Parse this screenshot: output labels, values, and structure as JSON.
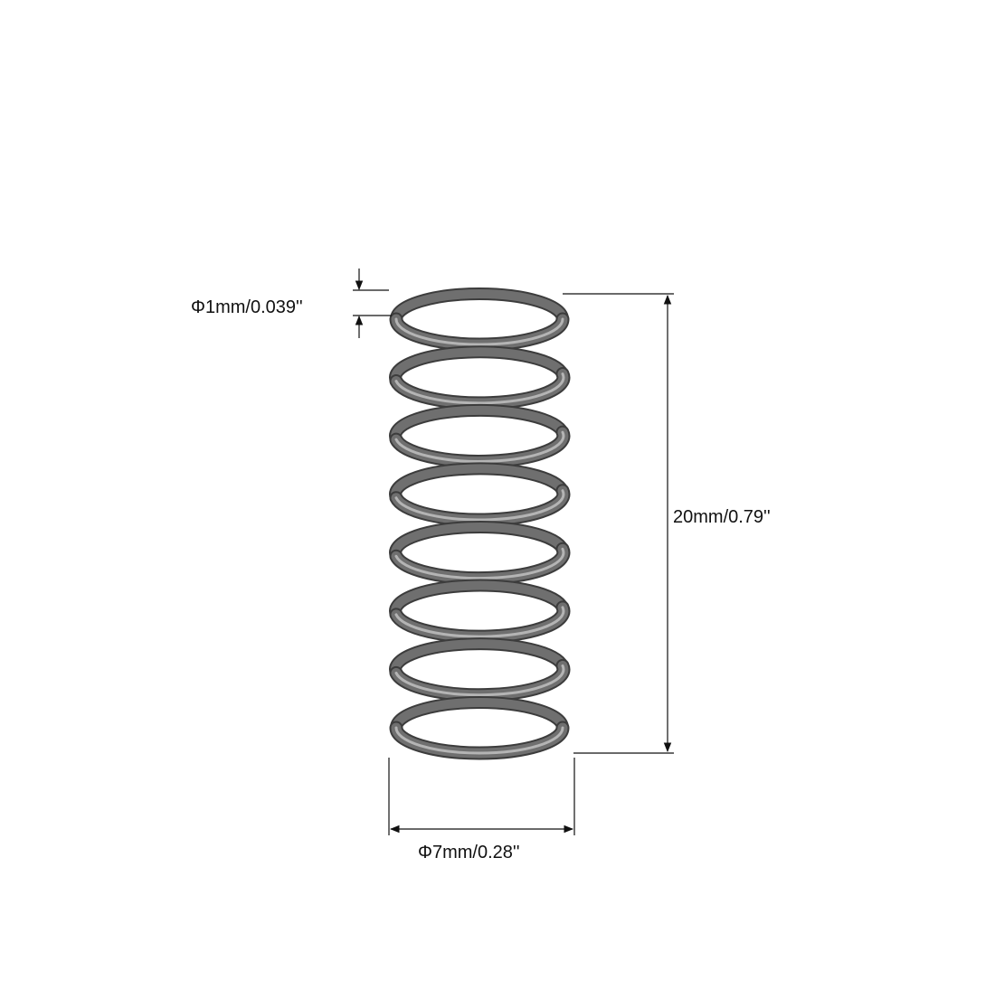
{
  "dimensions": {
    "wire_diameter": "Φ1mm/0.039''",
    "free_length": "20mm/0.79''",
    "outer_diameter": "Φ7mm/0.28''"
  },
  "spring": {
    "coil_count": 8,
    "wire_color": "#6f6f6f",
    "wire_highlight": "#b4b4b4",
    "wire_shadow": "#3c3c3c"
  },
  "colors": {
    "dimension_line": "#111111",
    "background": "#ffffff"
  }
}
